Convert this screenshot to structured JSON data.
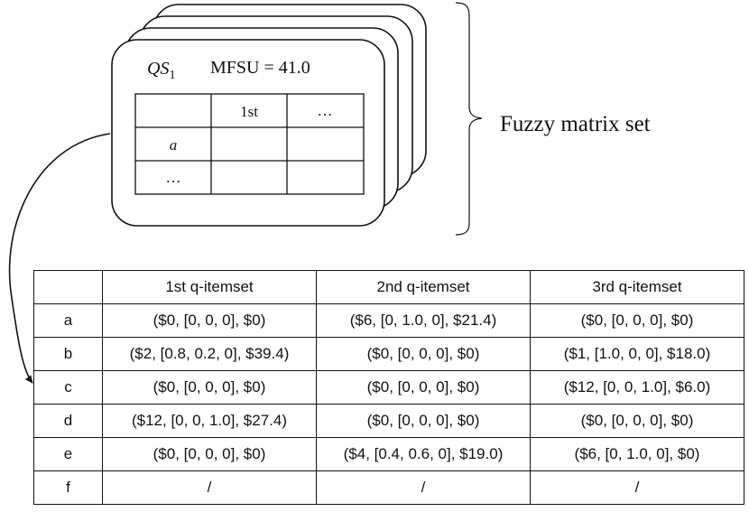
{
  "card": {
    "qs_base": "QS",
    "qs_sub": "1",
    "mfsu_label": "MFSU = 41.0",
    "mini_table": {
      "header": [
        "",
        "1st",
        "…"
      ],
      "rows": [
        [
          "a",
          "",
          ""
        ],
        [
          "…",
          "",
          ""
        ]
      ]
    }
  },
  "brace_label": "Fuzzy matrix set",
  "table": {
    "headers": [
      "",
      "1st q-itemset",
      "2nd q-itemset",
      "3rd q-itemset"
    ],
    "rows": [
      [
        "a",
        "($0, [0, 0, 0], $0)",
        "($6, [0, 1.0, 0], $21.4)",
        "($0, [0, 0, 0], $0)"
      ],
      [
        "b",
        "($2, [0.8, 0.2, 0], $39.4)",
        "($0, [0, 0, 0], $0)",
        "($1, [1.0, 0, 0], $18.0)"
      ],
      [
        "c",
        "($0, [0, 0, 0], $0)",
        "($0, [0, 0, 0], $0)",
        "($12, [0, 0, 1.0], $6.0)"
      ],
      [
        "d",
        "($12, [0, 0, 1.0], $27.4)",
        "($0, [0, 0, 0], $0)",
        "($0, [0, 0, 0], $0)"
      ],
      [
        "e",
        "($0, [0, 0, 0], $0)",
        "($4, [0.4, 0.6, 0], $19.0)",
        "($6, [0, 1.0, 0], $0)"
      ],
      [
        "f",
        "/",
        "/",
        "/"
      ]
    ]
  }
}
